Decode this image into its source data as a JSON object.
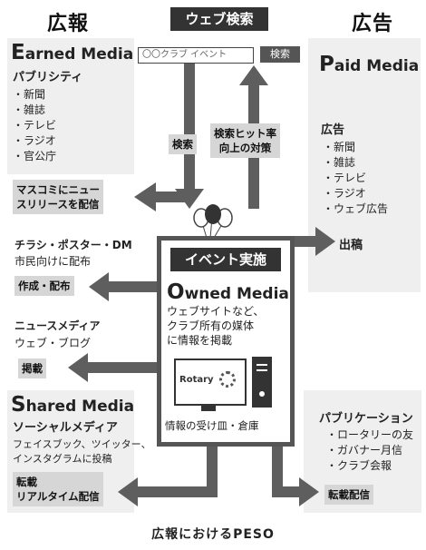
{
  "header": {
    "left_title": "広報",
    "center_title": "ウェブ検索",
    "right_title": "広告"
  },
  "search": {
    "placeholder": "〇〇クラブ イベント",
    "button": "検索"
  },
  "arrows": {
    "search_label": "検索",
    "hit_rate_label_1": "検索ヒット率",
    "hit_rate_label_2": "向上の対策"
  },
  "earned": {
    "cap": "E",
    "title_rest": "arned Media",
    "subtitle": "パブリシティ",
    "items": [
      "・新聞",
      "・雑誌",
      "・テレビ",
      "・ラジオ",
      "・官公庁"
    ],
    "tag": [
      "マスコミにニュー",
      "スリリースを配信"
    ]
  },
  "flyer": {
    "title": "チラシ・ポスター・DM",
    "subtitle": "市民向けに配布",
    "tag": "作成・配布"
  },
  "news_media": {
    "title": "ニュースメディア",
    "subtitle": "ウェブ・ブログ",
    "tag": "掲載"
  },
  "shared": {
    "cap": "S",
    "title_rest": "hared Media",
    "subtitle": "ソーシャルメディア",
    "line1": "フェイスブック、ツイッター、",
    "line2": "インスタグラムに投稿",
    "tag_1": "転載",
    "tag_2": "リアルタイム配信"
  },
  "paid": {
    "cap": "P",
    "title_rest": "aid Media",
    "subtitle": "広告",
    "items": [
      "・新聞",
      "・雑誌",
      "・テレビ",
      "・ラジオ",
      "・ウェブ広告"
    ],
    "tag": "出稿"
  },
  "publication": {
    "title": "パブリケーション",
    "items": [
      "・ロータリーの友",
      "・ガバナー月信",
      "・クラブ会報"
    ],
    "tag": "転載配信"
  },
  "owned": {
    "event_label": "イベント実施",
    "cap": "O",
    "title_rest": "wned Media",
    "desc": [
      "ウェブサイトなど、",
      "クラブ所有の媒体",
      "に情報を掲載"
    ],
    "rotary_label": "Rotary",
    "footer": "情報の受け皿・倉庫"
  },
  "caption": "広報におけるPESO",
  "colors": {
    "arrow": "#5e5e5e",
    "panel": "#efefef",
    "tag": "#d6d6d6",
    "dark": "#333333"
  }
}
